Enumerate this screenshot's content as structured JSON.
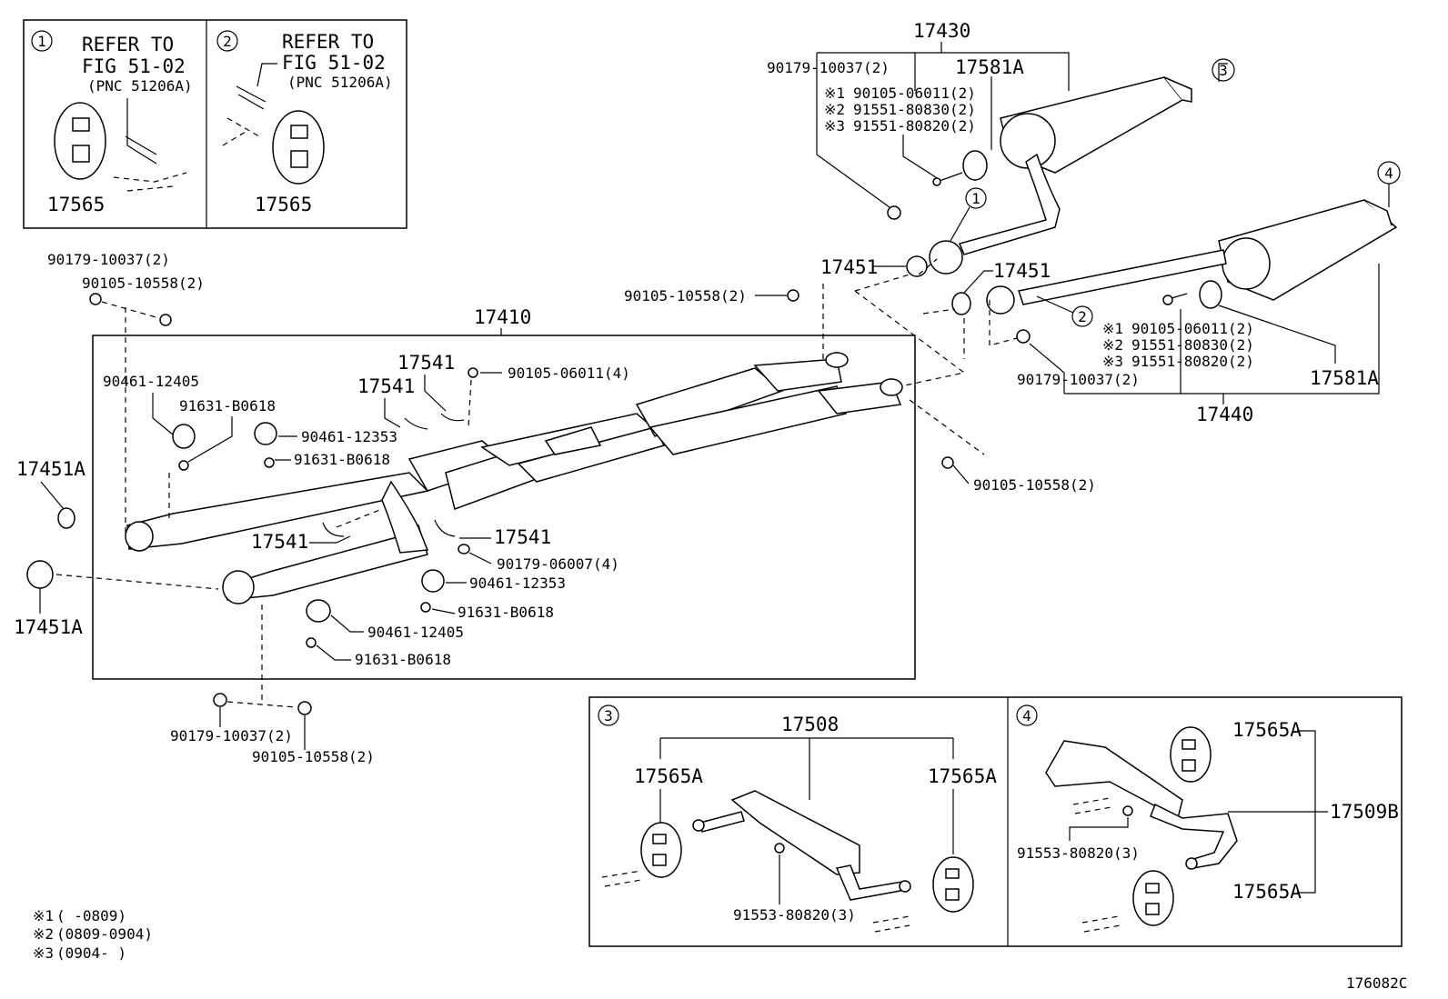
{
  "diagram": {
    "figure_id": "176082C",
    "insets": {
      "inset1": {
        "number": "1",
        "refer_line1": "REFER TO",
        "refer_line2": "FIG 51-02",
        "pnc": "(PNC 51206A)",
        "part": "17565"
      },
      "inset2": {
        "number": "2",
        "refer_line1": "REFER TO",
        "refer_line2": "FIG 51-02",
        "pnc": "(PNC 51206A)",
        "part": "17565"
      },
      "inset3": {
        "number": "3",
        "assembly": "17508",
        "part_left": "17565A",
        "part_right": "17565A",
        "bolt": "91553-80820(3)"
      },
      "inset4": {
        "number": "4",
        "assembly": "17509B",
        "part_top": "17565A",
        "part_bottom": "17565A",
        "bolt": "91553-80820(3)"
      }
    },
    "upper_right": {
      "assembly_17430": "17430",
      "nut_a": "90179-10037(2)",
      "part_17581A_top": "17581A",
      "note1_mark": "※1",
      "note1_part": "90105-06011(2)",
      "note2_mark": "※2",
      "note2_part": "91551-80830(2)",
      "note3_mark": "※3",
      "note3_part": "91551-80820(2)",
      "circle3": "3",
      "circle4": "4",
      "circle1": "1",
      "circle2": "2",
      "gasket_left": "17451",
      "gasket_right": "17451",
      "bolt_left": "90105-10558(2)",
      "r_note1_mark": "※1",
      "r_note1_part": "90105-06011(2)",
      "r_note2_mark": "※2",
      "r_note2_part": "91551-80830(2)",
      "r_note3_mark": "※3",
      "r_note3_part": "91551-80820(2)",
      "nut_b": "90179-10037(2)",
      "part_17581A_bottom": "17581A",
      "assembly_17440": "17440",
      "bolt_right": "90105-10558(2)"
    },
    "main": {
      "assembly_17410": "17410",
      "nut_tl": "90179-10037(2)",
      "bolt_tl": "90105-10558(2)",
      "gasket_17451A_top": "17451A",
      "gasket_17451A_bottom": "17451A",
      "clamp_a": "90461-12405",
      "bolt_a": "91631-B0618",
      "clamp_b": "90461-12353",
      "bolt_b": "91631-B0618",
      "hanger1": "17541",
      "hanger2": "17541",
      "bolt_c": "90105-06011(4)",
      "hanger3": "17541",
      "hanger4": "17541",
      "nut_c": "90179-06007(4)",
      "clamp_c": "90461-12353",
      "bolt_d": "91631-B0618",
      "clamp_d": "90461-12405",
      "bolt_e": "91631-B0618",
      "nut_bl": "90179-10037(2)",
      "bolt_bl": "90105-10558(2)"
    },
    "legend": [
      {
        "mark": "※1",
        "range": "(      -0809)"
      },
      {
        "mark": "※2",
        "range": "(0809-0904)"
      },
      {
        "mark": "※3",
        "range": "(0904-      )"
      }
    ]
  }
}
